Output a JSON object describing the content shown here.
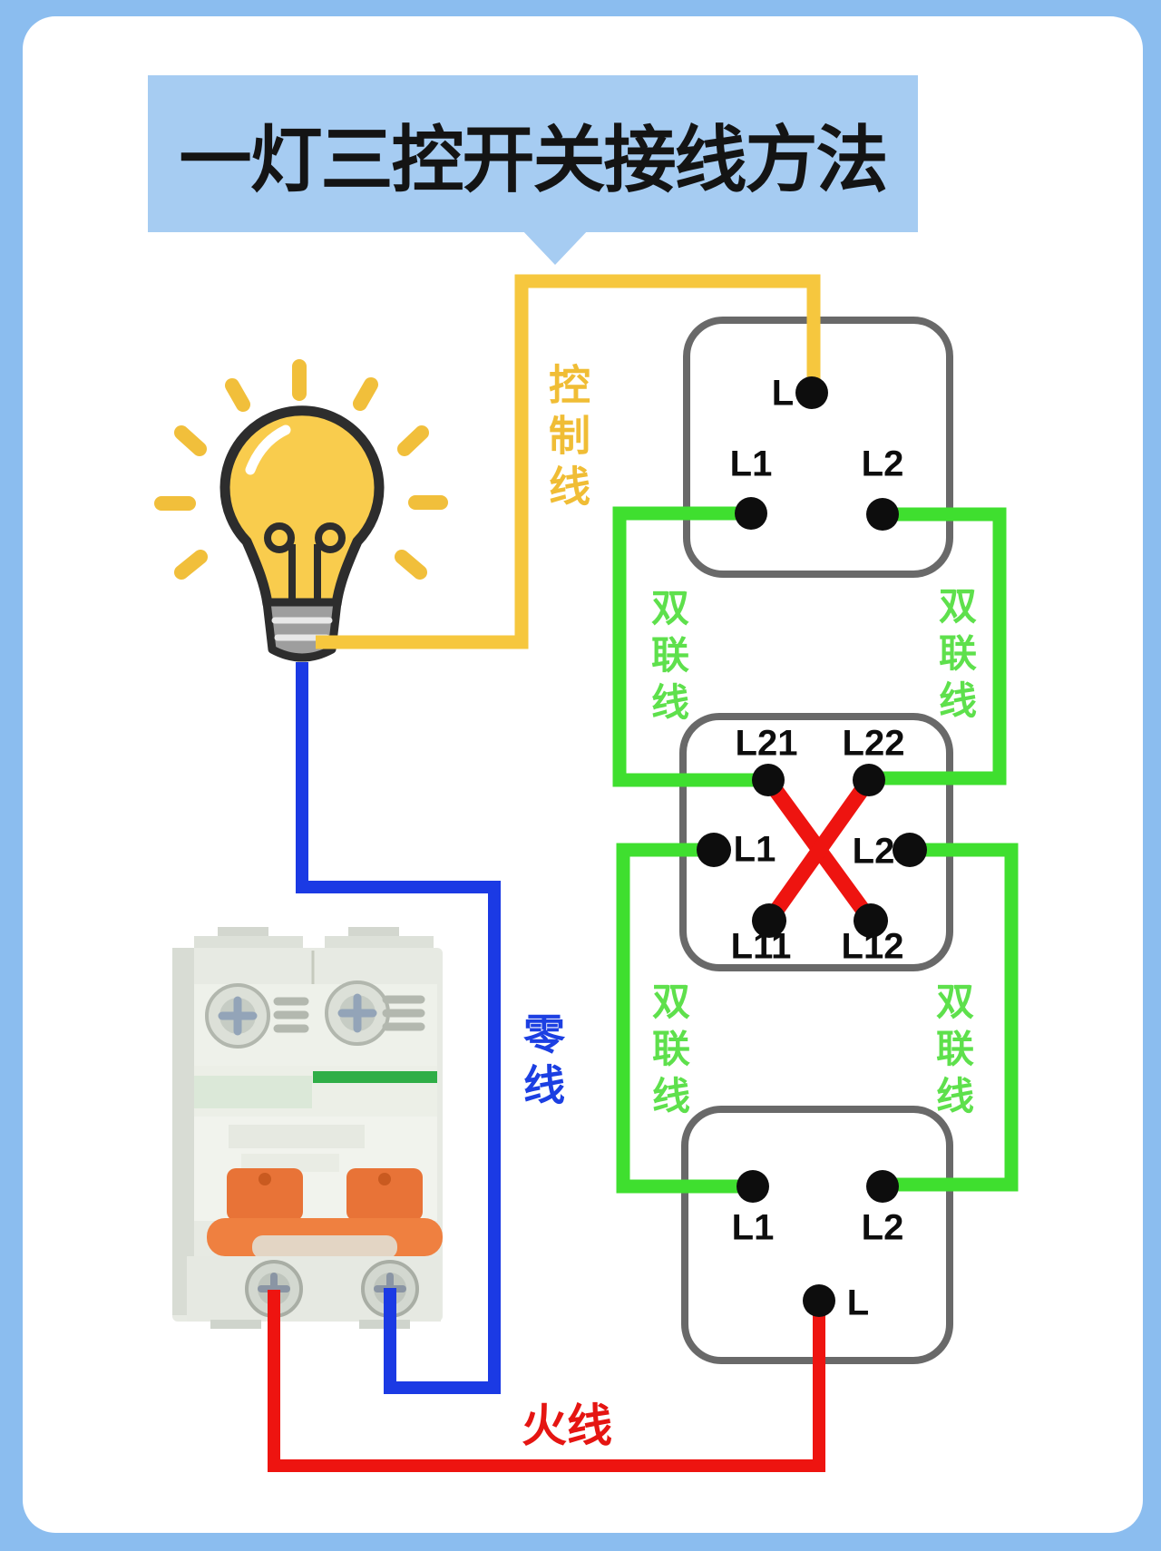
{
  "title": {
    "text": "一灯三控开关接线方法"
  },
  "wire_labels": {
    "control_line": "控制线",
    "dual_line": "双联线",
    "neutral_line": "零线",
    "live_line": "火线"
  },
  "switches": {
    "top": {
      "l": "L",
      "l1": "L1",
      "l2": "L2"
    },
    "middle": {
      "l21": "L21",
      "l22": "L22",
      "l1": "L1",
      "l2": "L2",
      "l11": "L11",
      "l12": "L12"
    },
    "bottom": {
      "l1": "L1",
      "l2": "L2",
      "l": "L"
    }
  },
  "colors": {
    "background": "#8bbdef",
    "card": "#ffffff",
    "banner": "#a6ccf2",
    "control_wire": "#f6c73e",
    "dual_wire": "#3fdf2f",
    "neutral_wire": "#1b3ae4",
    "live_wire": "#ee1410",
    "cross_wire": "#ee1410",
    "switch_outline": "#696969",
    "terminal_dot": "#0d0d0d",
    "bulb_fill": "#f9cc4d",
    "bulb_outline": "#2d2d2d",
    "breaker_body": "#e7eae3",
    "breaker_handle": "#e87337",
    "breaker_stripe": "#2fae47"
  }
}
